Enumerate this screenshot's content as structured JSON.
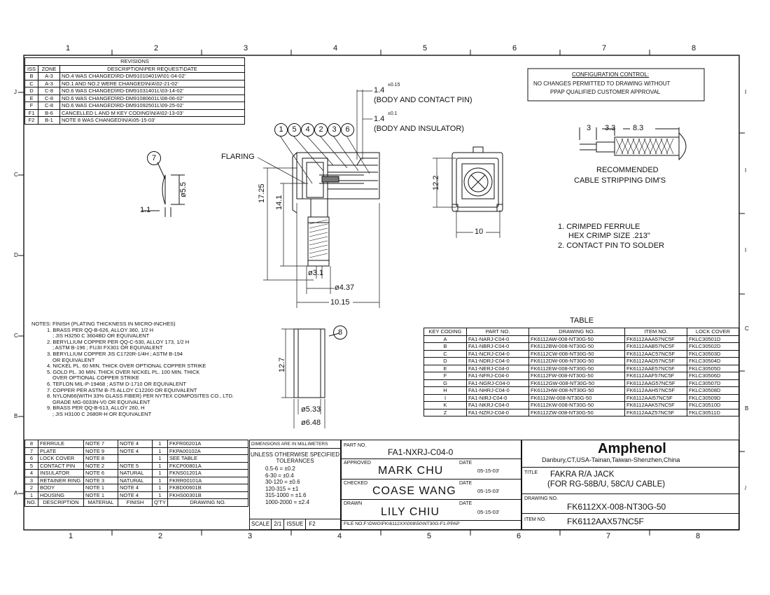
{
  "border_cols_top": [
    "1",
    "2",
    "3",
    "4",
    "5",
    "6",
    "7",
    "8"
  ],
  "border_cols_bottom": [
    "1",
    "2",
    "3",
    "4",
    "5",
    "6",
    "7",
    "8"
  ],
  "side_marks_left": [
    "J",
    "C",
    "D",
    "C",
    "B",
    "A"
  ],
  "side_marks_right": [
    "I",
    "I",
    "I",
    "C",
    "B",
    "/"
  ],
  "revisions": {
    "title": "REVISIONS",
    "headers": [
      "ISS",
      "ZONE",
      "DESCRIPTION\\PER REQUEST\\DATE"
    ],
    "rows": [
      [
        "B",
        "A-3",
        "NO.4 WAS CHANGED\\RD-DM91010401W\\01-04-02'"
      ],
      [
        "C",
        "A-3",
        "NO.1 AND NO.2 WERE CHANGED\\N/A\\02-21-02'"
      ],
      [
        "D",
        "C-8",
        "NO.6 WAS CHANGED\\RD-DM91031401L\\03-14-02'"
      ],
      [
        "E",
        "C-8",
        "NO.6 WAS CHANGED\\RD-DM91080601L\\08-06-02'"
      ],
      [
        "F",
        "C-8",
        "NO.6 WAS CHANGED\\RD-DM91092501L\\09-25-02'"
      ],
      [
        "F1",
        "B-6",
        "CANCELLED L AND M KEY CODING\\N/A\\02-13-03'"
      ],
      [
        "F2",
        "B-1",
        "NOTE 8 WAS CHANGED\\N/A\\05-15-03'"
      ]
    ]
  },
  "config_control": {
    "title": "CONFIGURATION CONTROL:",
    "line1": "NO CHANGES PERMITTED TO DRAWING WITHOUT",
    "line2": "PPAP QUALIFIED CUSTOMER APPROVAL"
  },
  "dims": {
    "d1": "1.4",
    "d1_tol": "±0.15",
    "d1_note": "(BODY AND CONTACT PIN)",
    "d2": "1.4",
    "d2_tol": "±0.1",
    "d2_note": "(BODY AND INSULATOR)",
    "flaring": "FLARING",
    "h1725": "17.25",
    "h141": "14.1",
    "d31": "ø3.1",
    "d437": "ø4.37",
    "w1015": "10.15",
    "d55": "ø5.5",
    "w11": "1.1",
    "h122": "12.2",
    "w10": "10",
    "h127": "12.7",
    "d533": "ø5.33",
    "d648": "ø6.48",
    "strip_a": "3",
    "strip_b": "3.3",
    "strip_c": "8.3"
  },
  "balloons": [
    "1",
    "5",
    "4",
    "2",
    "3",
    "6"
  ],
  "balloon7": "7",
  "balloon8": "8",
  "strip_caption1": "RECOMMENDED",
  "strip_caption2": "CABLE STRIPPING DIM'S",
  "crimp_notes": [
    "1. CRIMPED  FERRULE",
    "HEX CRIMP SIZE .213\"",
    "2. CONTACT PIN TO SOLDER"
  ],
  "notes": [
    "NOTES: FINISH (PLATING THICKNESS IN MICRO-INCHES)",
    "1. BRASS PER QQ-B-626, ALLOY 360, 1/2 H",
    "; JIS H3250 C 3604BD OR EQUIVALENT",
    "2. BERYLLIUM COPPER PER QQ-C-530, ALLOY 173, 1/2 H",
    "; ASTM B-196 ; FUJII FX301 OR EQUIVALENT",
    "3. BERYLLIUM COPPER JIS C1720R-1/4H ; ASTM B-194",
    "OR EQUIVALENT",
    "4. NICKEL PL. 60 MIN. THICK OVER OPTIONAL COPPER STRIKE",
    "5. GOLD PL. 30 MIN. THICK OVER NICKEL PL. 100 MIN. THICK",
    "OVER OPTIONAL COPPER STRIKE",
    "6. TEFLON MIL-P-19468 ; ASTM D-1710 OR EQUIVALENT",
    "7. COPPER PER ASTM B-75 ALLOY C12200 OR EQUIVALENT",
    "8. NYLON66(WITH 33% GLASS FIBER) PER NYTEX COMPOSITES CO., LTD.",
    "GRADE MG-0033N-V0 OR EQUIVALENT",
    "9. BRASS PER QQ-B-613, ALLOY 260, H",
    "; JIS H3100 C 2680R-H OR EQUIVALENT"
  ],
  "table": {
    "title": "TABLE",
    "headers": [
      "KEY CODING",
      "PART NO.",
      "DRAWING NO.",
      "ITEM NO.",
      "LOCK COVER"
    ],
    "rows": [
      [
        "A",
        "FA1-NARJ-C04-0",
        "FK6112AW-008-NT30G-50",
        "FK6112AAA57NC5F",
        "FKLC30501D"
      ],
      [
        "B",
        "FA1-NBRJ-C04-0",
        "FK6112BW-008-NT30G-50",
        "FK6112AAB57NC5F",
        "FKLC30502D"
      ],
      [
        "C",
        "FA1-NCRJ-C04-0",
        "FK6112CW-008-NT30G-50",
        "FK6112AAC57NC5F",
        "FKLC30503D"
      ],
      [
        "D",
        "FA1-NDRJ-C04-0",
        "FK6112DW-008-NT30G-50",
        "FK6112AAD57NC5F",
        "FKLC30504D"
      ],
      [
        "E",
        "FA1-NERJ-C04-0",
        "FK6112EW-008-NT30G-50",
        "FK6112AAE57NC5F",
        "FKLC30505D"
      ],
      [
        "F",
        "FA1-NFRJ-C04-0",
        "FK6112FW-008-NT30G-50",
        "FK6112AAF57NC5F",
        "FKLC30506D"
      ],
      [
        "G",
        "FA1-NGRJ-C04-0",
        "FK6112GW-008-NT30G-50",
        "FK6112AAG57NC5F",
        "FKLC30507D"
      ],
      [
        "H",
        "FA1-NHRJ-C04-0",
        "FK6112HW-008-NT30G-50",
        "FK6112AAH57NC5F",
        "FKLC30508D"
      ],
      [
        "I",
        "FA1-NIRJ-C04-0",
        "FK6112IW-008-NT30G-50",
        "FK6112AAI57NC5F",
        "FKLC30509D"
      ],
      [
        "K",
        "FA1-NKRJ-C04-0",
        "FK6112KW-008-NT30G-50",
        "FK6112AAK57NC5F",
        "FKLC30510D"
      ],
      [
        "Z",
        "FA1-NZRJ-C04-0",
        "FK6112ZW-008-NT30G-50",
        "FK6112AAZ57NC5F",
        "FKLC30511D"
      ]
    ]
  },
  "bom": {
    "rows": [
      [
        "8",
        "FERRULE",
        "NOTE 7",
        "NOTE 4",
        "1",
        "FKFR00201A"
      ],
      [
        "7",
        "PLATE",
        "NOTE 9",
        "NOTE 4",
        "1",
        "FKPA00102A"
      ],
      [
        "6",
        "LOCK COVER",
        "NOTE 8",
        "",
        "1",
        "SEE TABLE"
      ],
      [
        "5",
        "CONTACT PIN",
        "NOTE 2",
        "NOTE 5",
        "1",
        "FKCP00801A"
      ],
      [
        "4",
        "INSULATOR",
        "NOTE 6",
        "NATURAL",
        "1",
        "FKNS01201A"
      ],
      [
        "3",
        "RETAINER RING",
        "NOTE 3",
        "NATURAL",
        "1",
        "FKRR00101A"
      ],
      [
        "2",
        "BODY",
        "NOTE 1",
        "NOTE 4",
        "1",
        "FKBD00601B"
      ],
      [
        "1",
        "HOUSING",
        "NOTE 1",
        "NOTE 4",
        "1",
        "FKHS00301B"
      ]
    ],
    "headers": [
      "NO.",
      "DESCRIPTION",
      "MATERIAL",
      "FINISH",
      "Q'TY",
      "DRAWING NO."
    ]
  },
  "tolerance": {
    "header": "DIMENSIONS ARE IN MILLIMETERS",
    "line1": "UNLESS OTHERWISE SPECIFIED",
    "line2": "TOLERANCES",
    "rows": [
      "0.5-6  =  ±0.2",
      "6-30  =  ±0.4",
      "30-120  =  ±0.6",
      "120-315  =  ±1",
      "315-1000  =  ±1.6",
      "1000-2000  =  ±2.4"
    ],
    "scale_label": "SCALE",
    "scale": "2/1",
    "issue_label": "ISSUE",
    "issue": "F2"
  },
  "title_block": {
    "part_no_label": "PART NO.",
    "part_no": "FA1-NXRJ-C04-0",
    "approved_label": "APPROVED",
    "approved": "MARK  CHU",
    "checked_label": "CHECKED",
    "checked": "COASE  WANG",
    "drawn_label": "DRAWN",
    "drawn": "LILY  CHIU",
    "date_label": "DATE",
    "date": "05-15-03'",
    "file_no": "FILE NO.F:\\DWG\\FK\\6112XX\\008\\50\\NT30G-F1-PPAP",
    "brand": "Amphenol",
    "locations": "Danbury,CT,USA-Tainan,Taiwan-Shenzhen,China",
    "title_label": "TITLE",
    "title1": "FAKRA  R/A  JACK",
    "title2": "(FOR  RG-58B/U,  58C/U  CABLE)",
    "drawing_no_label": "DRAWING NO.",
    "drawing_no": "FK6112XX-008-NT30G-50",
    "item_no_label": "ITEM NO.",
    "item_no": "FK6112AAX57NC5F"
  }
}
